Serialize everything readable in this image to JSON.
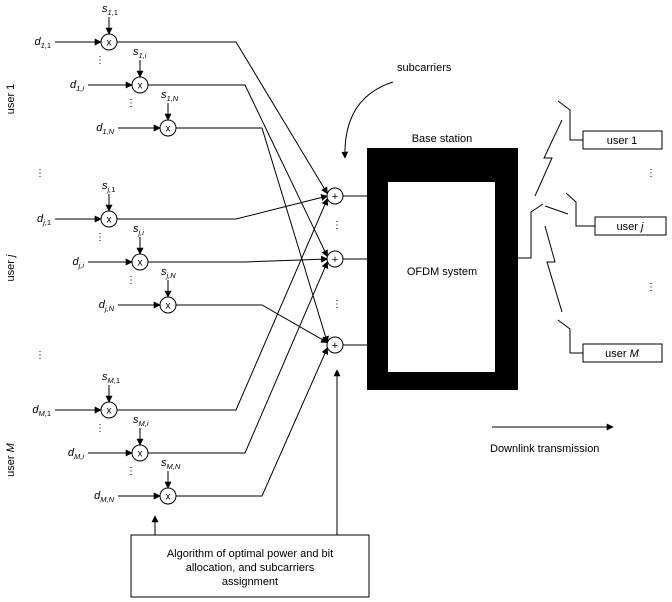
{
  "users": [
    {
      "label": "user 1",
      "inputs": [
        {
          "d": "d",
          "d_sub1": "1",
          "d_sub2": "1",
          "s": "s",
          "s_sub1": "1",
          "s_sub2": "1"
        },
        {
          "d": "d",
          "d_sub1": "1",
          "d_sub2": "i",
          "s": "s",
          "s_sub1": "1",
          "s_sub2": "i"
        },
        {
          "d": "d",
          "d_sub1": "1",
          "d_sub2": "N",
          "s": "s",
          "s_sub1": "1",
          "s_sub2": "N"
        }
      ]
    },
    {
      "label": "user ",
      "label_italic": "j",
      "inputs": [
        {
          "d": "d",
          "d_sub1": "j",
          "d_sub2": "1",
          "s": "s",
          "s_sub1": "j",
          "s_sub2": "1"
        },
        {
          "d": "d",
          "d_sub1": "j",
          "d_sub2": "i",
          "s": "s",
          "s_sub1": "j",
          "s_sub2": "i"
        },
        {
          "d": "d",
          "d_sub1": "j",
          "d_sub2": "N",
          "s": "s",
          "s_sub1": "j",
          "s_sub2": "N"
        }
      ]
    },
    {
      "label": "user ",
      "label_italic": "M",
      "inputs": [
        {
          "d": "d",
          "d_sub1": "M",
          "d_sub2": "1",
          "s": "s",
          "s_sub1": "M",
          "s_sub2": "1"
        },
        {
          "d": "d",
          "d_sub1": "M",
          "d_sub2": "i",
          "s": "s",
          "s_sub1": "M",
          "s_sub2": "i"
        },
        {
          "d": "d",
          "d_sub1": "M",
          "d_sub2": "N",
          "s": "s",
          "s_sub1": "M",
          "s_sub2": "N"
        }
      ]
    }
  ],
  "multiplier_symbol": "x",
  "adder_symbol": "+",
  "ellipsis": "⋮",
  "subcarriers_label": "subcarriers",
  "base_station_label": "Base station",
  "ofdm_label": "OFDM system",
  "receivers": [
    {
      "label": "user 1",
      "label_italic": ""
    },
    {
      "label": "user ",
      "label_italic": "j"
    },
    {
      "label": "user ",
      "label_italic": "M"
    }
  ],
  "downlink_label": "Downlink transmission",
  "algorithm_lines": [
    "Algorithm of optimal power and bit",
    "allocation, and subcarriers",
    "assignment"
  ]
}
